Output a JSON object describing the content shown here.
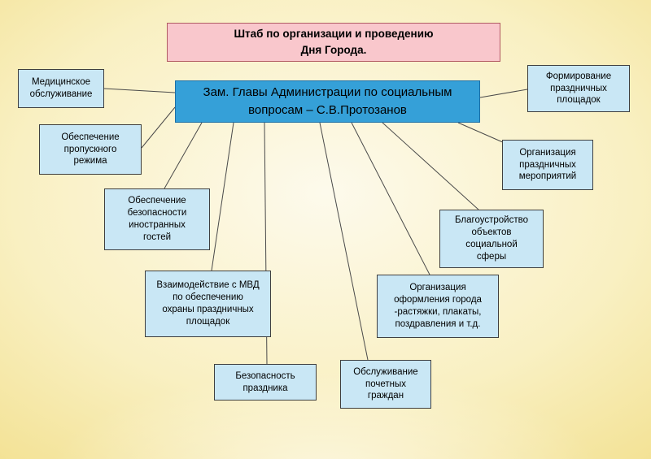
{
  "slide": {
    "header": {
      "label": "Штаб по организации и проведению\nДня Города."
    },
    "center": {
      "label": "Зам. Главы Администрации по социальным\nвопросам – С.В.Протозанов"
    },
    "nodes": {
      "medical": {
        "label": "Медицинское\nобслуживание"
      },
      "access": {
        "label": "Обеспечение\nпропускного\nрежима"
      },
      "foreign_guests": {
        "label": "Обеспечение\nбезопасности\nиностранных\nгостей"
      },
      "mvd": {
        "label": "Взаимодействие с МВД\nпо обеспечению\nохраны праздничных\nплощадок"
      },
      "holiday_safety": {
        "label": "Безопасность\nпраздника"
      },
      "honored_citizens": {
        "label": "Обслуживание\nпочетных\nграждан"
      },
      "decoration": {
        "label": "Организация\nоформления города\n-растяжки, плакаты,\nпоздравления и т.д."
      },
      "improvement": {
        "label": "Благоустройство\nобъектов\nсоциальной\nсферы"
      },
      "events": {
        "label": "Организация\nпраздничных\nмероприятий"
      },
      "venues": {
        "label": "Формирование\nпраздничных\nплощадок"
      }
    },
    "colors": {
      "header_fill": "#f9c7cc",
      "header_border": "#b15a63",
      "center_fill": "#35a0d8",
      "center_border": "#1d6fa5",
      "node_fill": "#c9e7f5",
      "node_border": "#3f3f3f",
      "background_center": "#fdfaec",
      "background_edge": "#ebd268",
      "line_color": "#4a4a4a"
    }
  }
}
